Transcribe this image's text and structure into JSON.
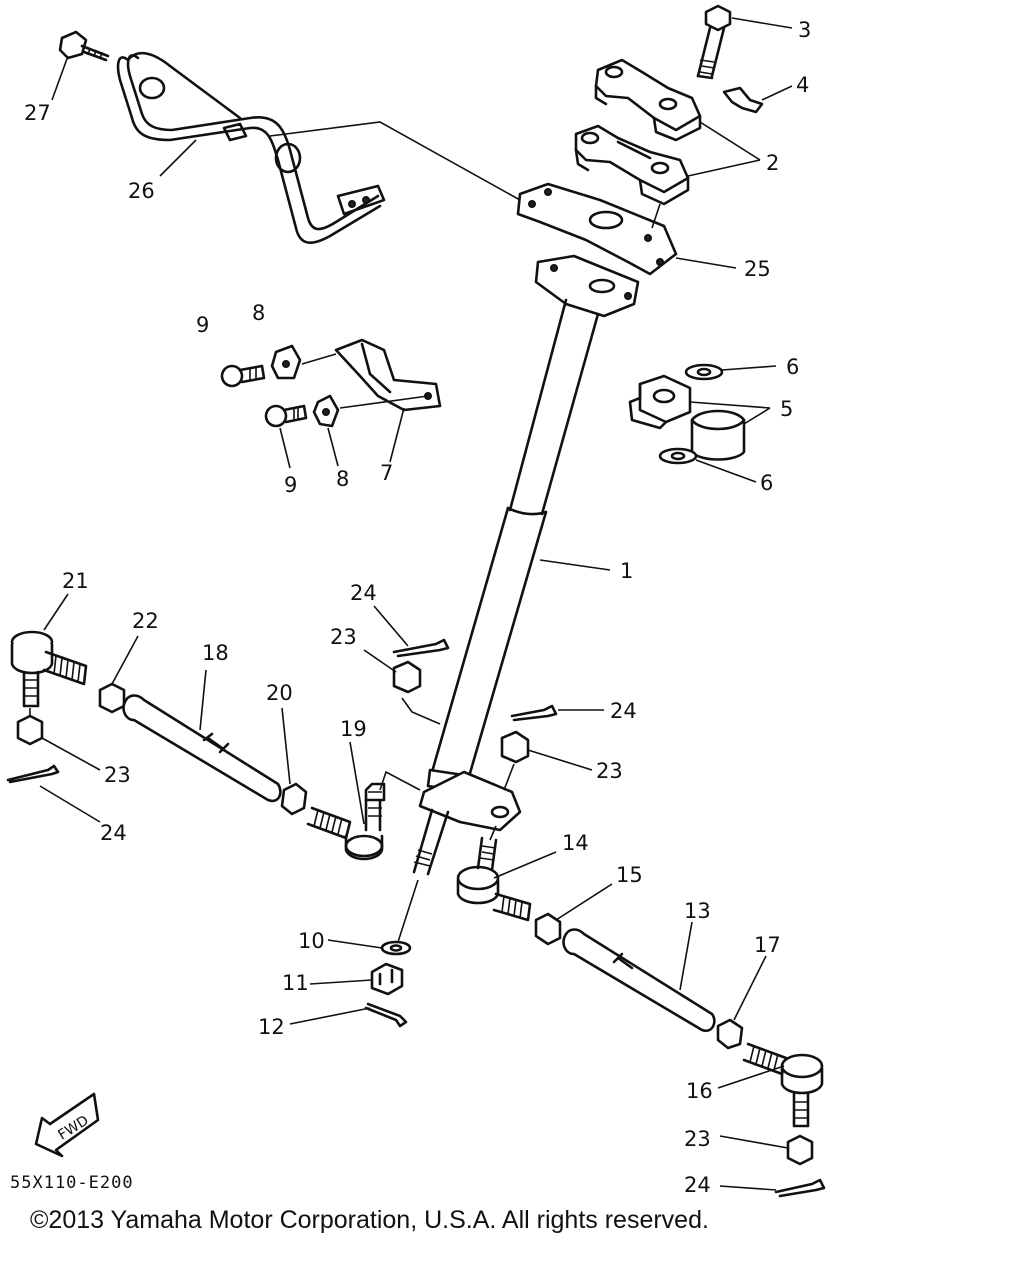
{
  "diagram": {
    "drawing_code": "55X110-E200",
    "copyright": "©2013 Yamaha Motor Corporation, U.S.A. All rights reserved.",
    "fwd_label": "FWD",
    "callouts": {
      "c1": "1",
      "c2": "2",
      "c3": "3",
      "c4": "4",
      "c5": "5",
      "c6a": "6",
      "c6b": "6",
      "c7": "7",
      "c8a": "8",
      "c8b": "8",
      "c9a": "9",
      "c9b": "9",
      "c10": "10",
      "c11": "11",
      "c12": "12",
      "c13": "13",
      "c14": "14",
      "c15": "15",
      "c16": "16",
      "c17": "17",
      "c18": "18",
      "c19": "19",
      "c20": "20",
      "c21": "21",
      "c22": "22",
      "c23a": "23",
      "c23b": "23",
      "c23c": "23",
      "c23d": "23",
      "c24a": "24",
      "c24b": "24",
      "c24c": "24",
      "c24d": "24",
      "c25": "25",
      "c26": "26",
      "c27": "27"
    }
  }
}
